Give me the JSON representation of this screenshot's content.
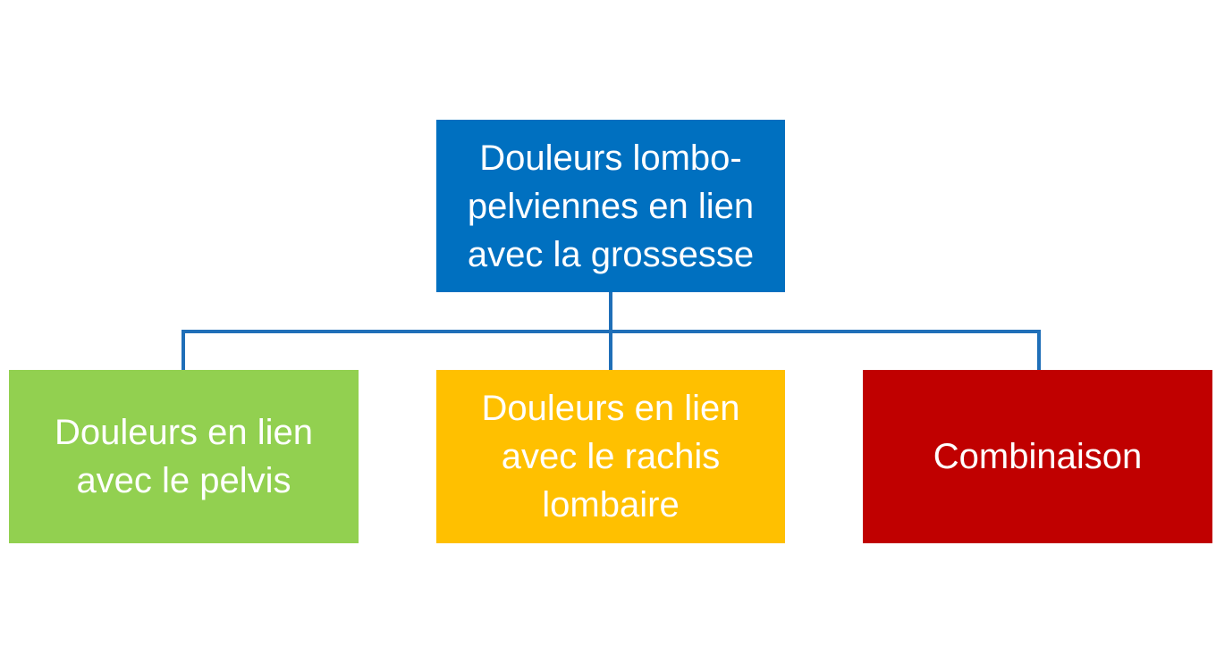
{
  "diagram": {
    "root": {
      "label": "Douleurs lombo-pelviennes en lien avec la grossesse",
      "color": "#0070C0"
    },
    "children": [
      {
        "label": "Douleurs en lien avec le pelvis",
        "color": "#92D050"
      },
      {
        "label": "Douleurs en lien avec le rachis lombaire",
        "color": "#FFC000"
      },
      {
        "label": "Combinaison",
        "color": "#C00000"
      }
    ],
    "connector_color": "#1F6FB8"
  }
}
